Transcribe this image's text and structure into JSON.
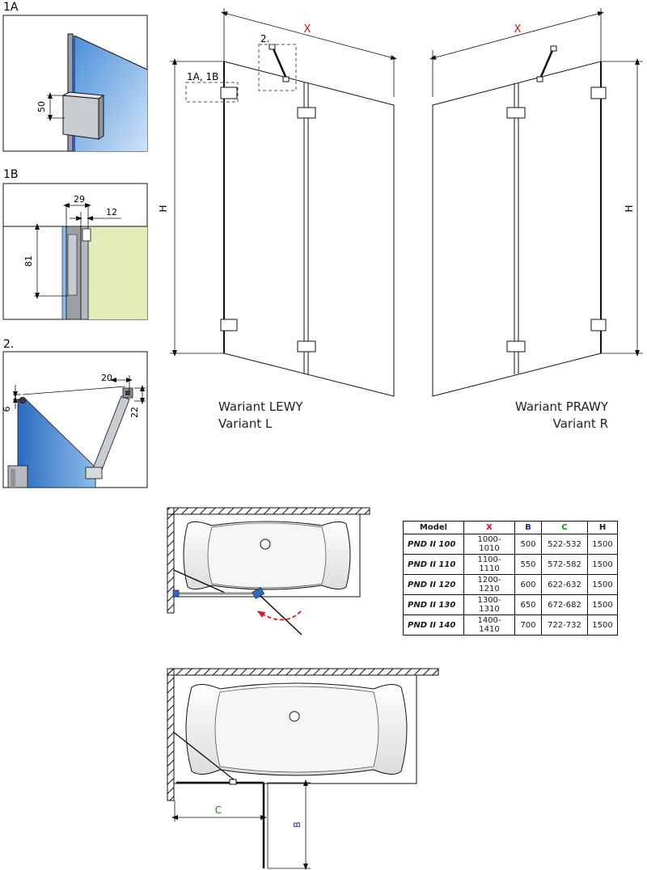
{
  "details": {
    "panel_1a": {
      "label": "1A",
      "dim_height": "50"
    },
    "panel_1b": {
      "label": "1B",
      "dim_width_total": "29",
      "dim_width_gap": "12",
      "dim_height": "81"
    },
    "panel_2": {
      "label": "2.",
      "dim_horizontal": "20",
      "dim_vertical": "22",
      "dim_offset": "6"
    }
  },
  "elevation_left": {
    "dim_x": "X",
    "dim_h": "H",
    "callout_1": "1A, 1B",
    "callout_2": "2.",
    "caption_pl": "Wariant LEWY",
    "caption_en": "Variant L"
  },
  "elevation_right": {
    "dim_x": "X",
    "dim_h": "H",
    "caption_pl": "Wariant PRAWY",
    "caption_en": "Variant R"
  },
  "plan_bottom": {
    "dim_c": "C",
    "dim_b": "B"
  },
  "spec_table": {
    "headers": {
      "model": "Model",
      "x": "X",
      "b": "B",
      "c": "C",
      "h": "H"
    },
    "header_colors": {
      "x": "#cc1111",
      "b": "#1a2e6e",
      "c": "#1a8a1a",
      "h": "#111111"
    },
    "rows": [
      {
        "model": "PND II 100",
        "x": "1000-1010",
        "b": "500",
        "c": "522-532",
        "h": "1500"
      },
      {
        "model": "PND II 110",
        "x": "1100-1110",
        "b": "550",
        "c": "572-582",
        "h": "1500"
      },
      {
        "model": "PND II 120",
        "x": "1200-1210",
        "b": "600",
        "c": "622-632",
        "h": "1500"
      },
      {
        "model": "PND II 130",
        "x": "1300-1310",
        "b": "650",
        "c": "672-682",
        "h": "1500"
      },
      {
        "model": "PND II 140",
        "x": "1400-1410",
        "b": "700",
        "c": "722-732",
        "h": "1500"
      }
    ]
  },
  "colors": {
    "dim_x": "#cc1111",
    "dim_b": "#1a2e6e",
    "dim_c": "#1a8a1a",
    "glass": "#3f8fd6",
    "wall_tint": "#e4ebb8",
    "swing_arrow": "#d42020"
  }
}
